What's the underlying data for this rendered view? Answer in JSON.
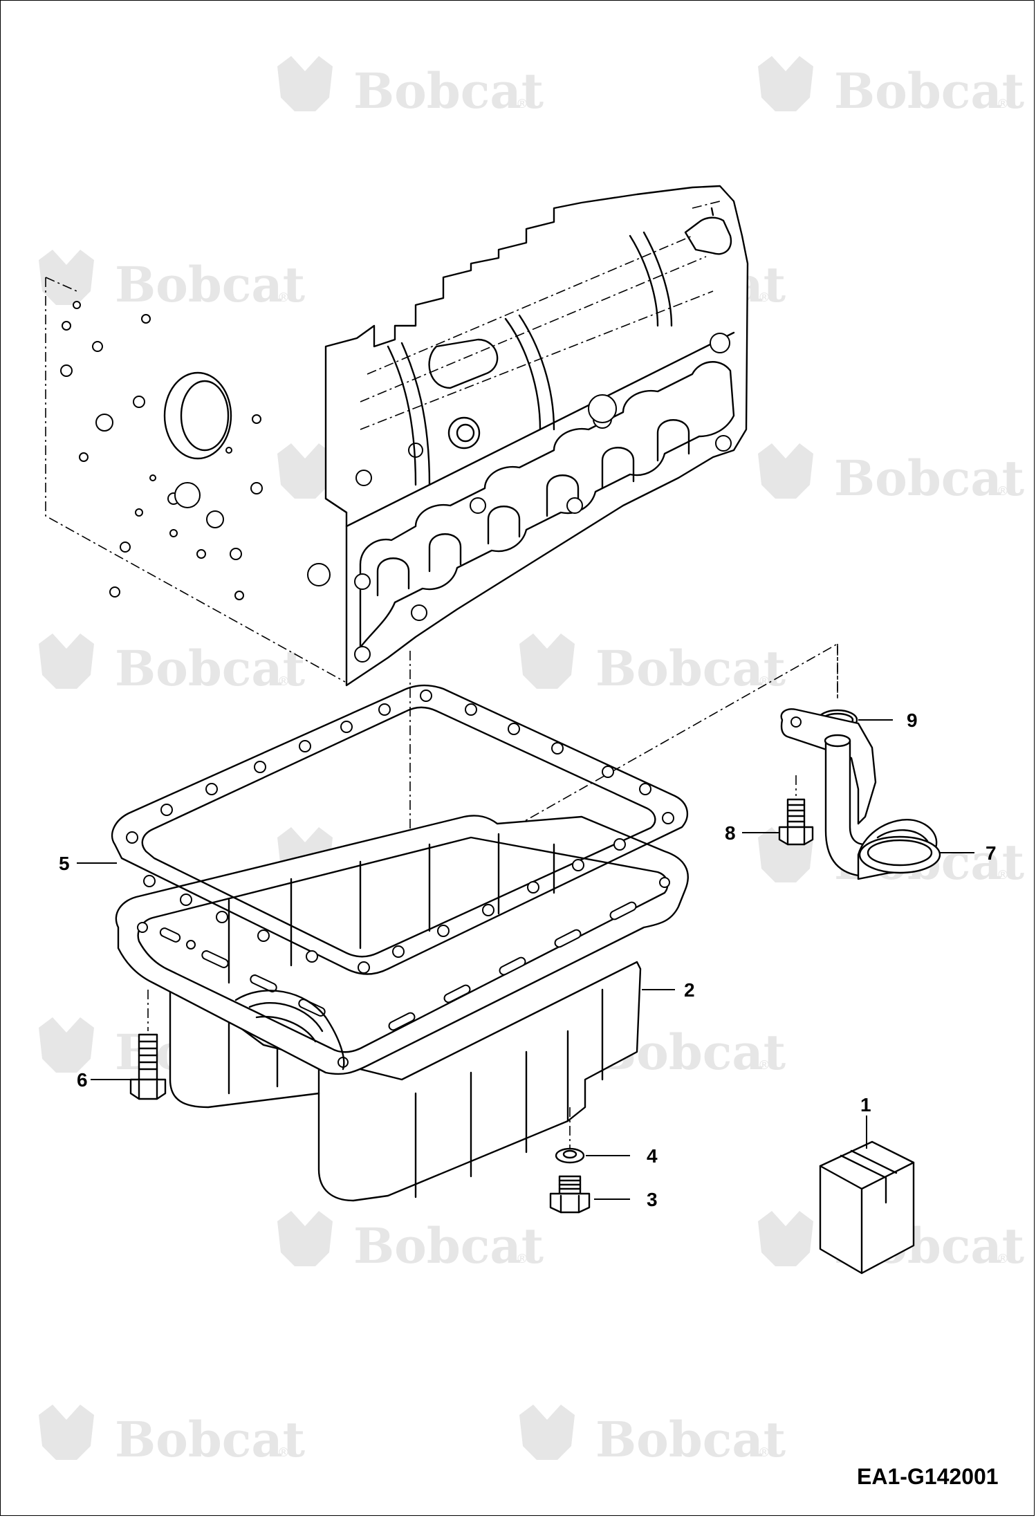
{
  "watermark": {
    "brand": "Bobcat",
    "registered": "®"
  },
  "diagram": {
    "drawing_code": "EA1-G142001",
    "callouts": [
      {
        "id": "callout-1",
        "label": "1"
      },
      {
        "id": "callout-2",
        "label": "2"
      },
      {
        "id": "callout-3",
        "label": "3"
      },
      {
        "id": "callout-4",
        "label": "4"
      },
      {
        "id": "callout-5",
        "label": "5"
      },
      {
        "id": "callout-6",
        "label": "6"
      },
      {
        "id": "callout-7",
        "label": "7"
      },
      {
        "id": "callout-8",
        "label": "8"
      },
      {
        "id": "callout-9",
        "label": "9"
      }
    ]
  }
}
